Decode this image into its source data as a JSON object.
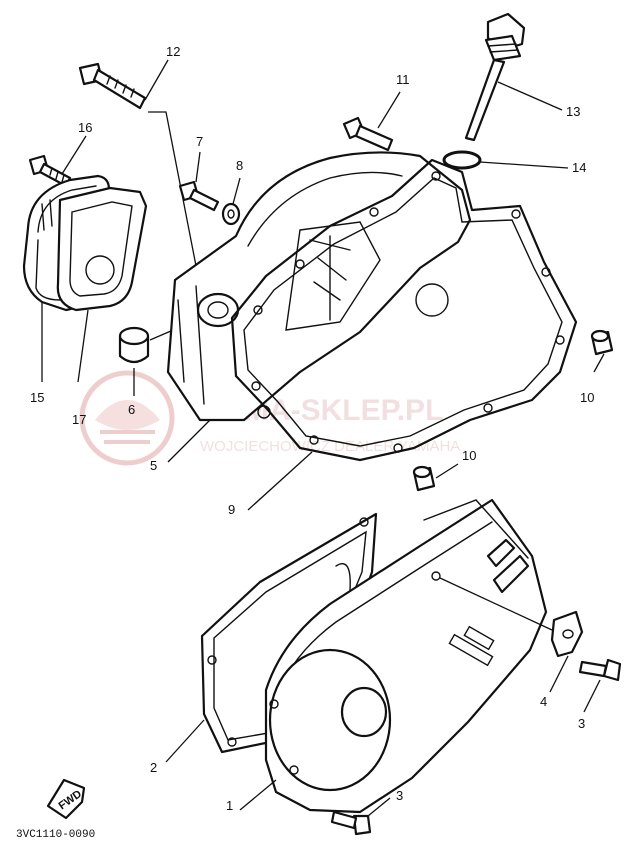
{
  "diagram": {
    "drawing_code": "3VC1110-0090",
    "fwd_label": "FWD",
    "watermark": {
      "line1": "YAMA-SKLEP.PL",
      "line2": "WOJCIECHOWICZ DEALER YAMAHA",
      "color": "#e2b0b0"
    },
    "callouts": [
      {
        "id": "c1",
        "label": "1"
      },
      {
        "id": "c2",
        "label": "2"
      },
      {
        "id": "c3a",
        "label": "3"
      },
      {
        "id": "c3b",
        "label": "3"
      },
      {
        "id": "c4",
        "label": "4"
      },
      {
        "id": "c5",
        "label": "5"
      },
      {
        "id": "c6",
        "label": "6"
      },
      {
        "id": "c7",
        "label": "7"
      },
      {
        "id": "c8",
        "label": "8"
      },
      {
        "id": "c9",
        "label": "9"
      },
      {
        "id": "c10a",
        "label": "10"
      },
      {
        "id": "c10b",
        "label": "10"
      },
      {
        "id": "c11",
        "label": "11"
      },
      {
        "id": "c12",
        "label": "12"
      },
      {
        "id": "c13",
        "label": "13"
      },
      {
        "id": "c14",
        "label": "14"
      },
      {
        "id": "c15",
        "label": "15"
      },
      {
        "id": "c16",
        "label": "16"
      },
      {
        "id": "c17",
        "label": "17"
      }
    ]
  }
}
